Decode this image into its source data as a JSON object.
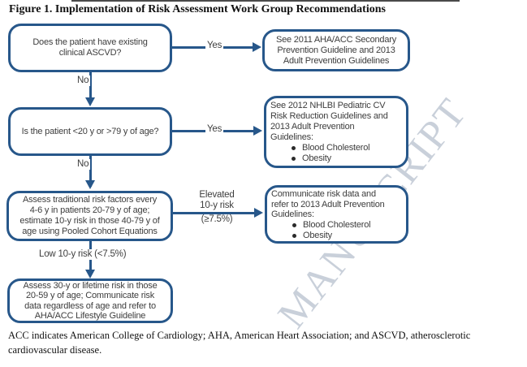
{
  "figure": {
    "title": "Figure 1. Implementation of Risk Assessment Work Group Recommendations",
    "caption": "ACC indicates American College of Cardiology; AHA, American Heart Association; and ASCVD, atherosclerotic\ncardiovascular disease.",
    "watermark": "MANUSCRIPT"
  },
  "colors": {
    "accent": "#27578a",
    "box_text": "#3d3d3d",
    "watermark": "#c9d0da"
  },
  "nodes": {
    "ascvd": "Does the patient have existing\nclinical ASCVD?",
    "see2011": "See 2011 AHA/ACC Secondary\nPrevention Guideline and 2013\nAdult Prevention Guidelines",
    "age": "Is the patient <20 y or >79 y of age?",
    "see2012": "See 2012 NHLBI Pediatric CV\nRisk Reduction Guidelines and\n2013 Adult Prevention\nGuidelines:",
    "see2012_bullets": [
      "Blood Cholesterol",
      "Obesity"
    ],
    "assess": "Assess traditional risk factors every\n4-6 y in patients 20-79 y of age;\nestimate 10-y risk in those 40-79 y of\nage using Pooled Cohort Equations",
    "communicate": "Communicate risk data and\nrefer to 2013 Adult Prevention\nGuidelines:",
    "communicate_bullets": [
      "Blood Cholesterol",
      "Obesity"
    ],
    "lifetime": "Assess 30-y or lifetime risk in those\n20-59 y of age; Communicate risk\ndata regardless of age and refer to\nAHA/ACC Lifestyle Guideline"
  },
  "labels": {
    "yes1": "Yes",
    "yes2": "Yes",
    "no1": "No",
    "no2": "No",
    "elevated_top": "Elevated\n10-y risk",
    "elevated_bottom": "(≥7.5%)",
    "low": "Low 10-y risk (<7.5%)"
  }
}
